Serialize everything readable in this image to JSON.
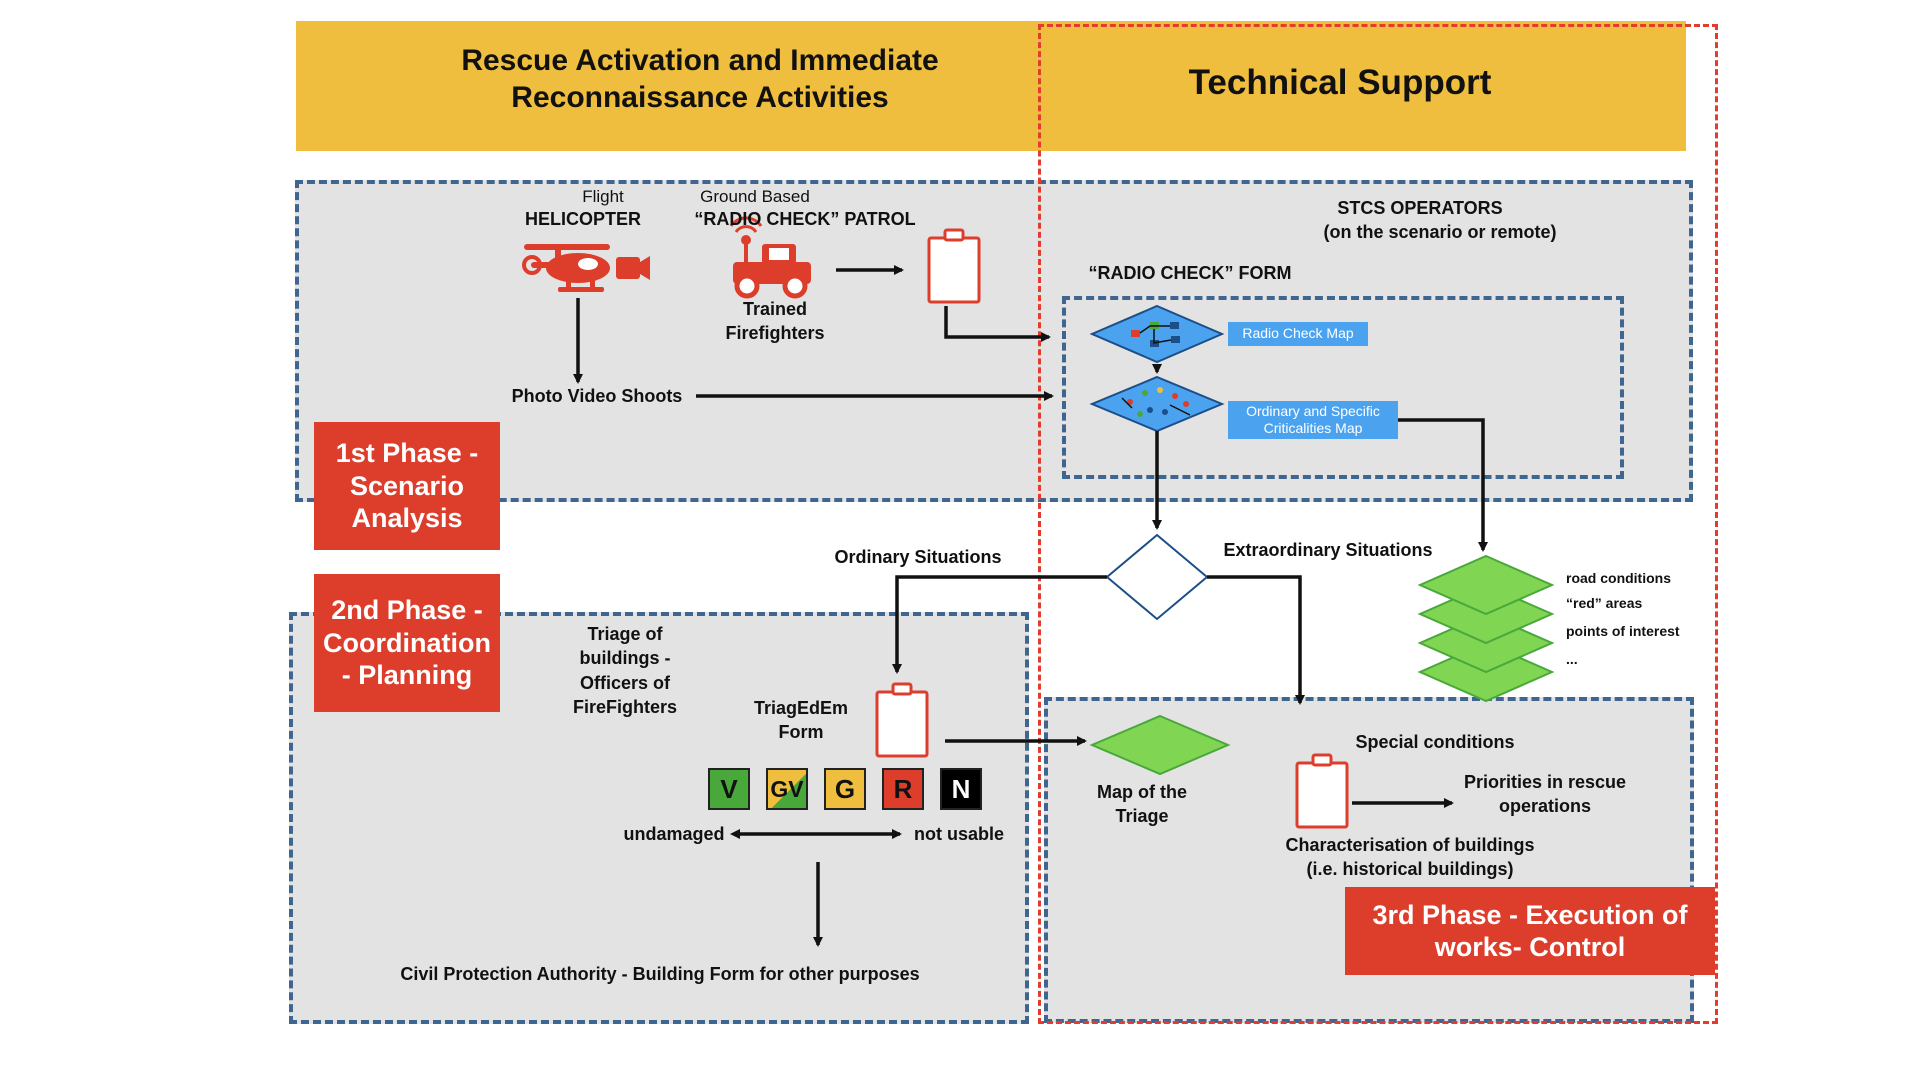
{
  "header": {
    "left_title": "Rescue Activation and Immediate Reconnaissance Activities",
    "right_title": "Technical Support"
  },
  "phases": {
    "phase1": "1st Phase - Scenario Analysis",
    "phase2": "2nd Phase - Coordination - Planning",
    "phase3": "3rd Phase - Execution of works- Control"
  },
  "phase1": {
    "helicopter_sub": "Flight",
    "helicopter_title": "HELICOPTER",
    "patrol_sub": "Ground Based",
    "patrol_title": "“RADIO CHECK” PATROL",
    "trained": "Trained Firefighters",
    "photo": "Photo Video Shoots",
    "stcs": "STCS OPERATORS",
    "stcs_sub": "(on the scenario or remote)",
    "form_title": "“RADIO CHECK” FORM",
    "radio_map": "Radio Check Map",
    "crit_map": "Ordinary and Specific Criticalities  Map"
  },
  "decision": {
    "ordinary": "Ordinary Situations",
    "extraordinary": "Extraordinary Situations"
  },
  "layers": [
    "road conditions",
    "“red” areas",
    "points of interest",
    "..."
  ],
  "phase2": {
    "triage_text": "Triage of buildings - Officers of FireFighters",
    "form_name": "TriagEdEm Form",
    "ratings": [
      "V",
      "GV",
      "G",
      "R",
      "N"
    ],
    "undamaged": "undamaged",
    "not_usable": "not usable",
    "civil": "Civil Protection Authority - Building Form for other purposes"
  },
  "phase3": {
    "map_triage": "Map of the Triage",
    "special": "Special conditions",
    "priorities": "Priorities in rescue operations",
    "characterisation": "Characterisation of buildings (i.e. historical buildings)"
  },
  "colors": {
    "header": "#F0BE3E",
    "phase": "#DD3E2C",
    "panel": "#E3E3E3",
    "panel_border": "#3E6690",
    "tech_border": "#E33B2E",
    "green_shape": "#80D552",
    "blue_label": "#4BA3F0",
    "rating_V": "#49A83A",
    "rating_G": "#F0BE3E",
    "rating_R": "#DD3E2C",
    "rating_N": "#000000"
  }
}
